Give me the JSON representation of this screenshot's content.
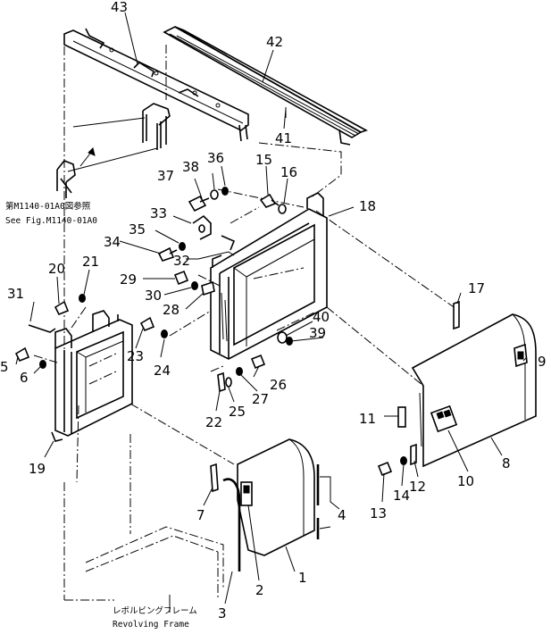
{
  "references": {
    "upper_jp": "第M1140-01A0図参照",
    "upper_en": "See Fig.M1140-01A0",
    "lower_jp": "レボルビングフレーム",
    "lower_en": "Revolving Frame"
  },
  "callouts": {
    "n1": "1",
    "n2": "2",
    "n3": "3",
    "n4": "4",
    "n5": "5",
    "n6": "6",
    "n7": "7",
    "n8": "8",
    "n9": "9",
    "n10": "10",
    "n11": "11",
    "n12": "12",
    "n13": "13",
    "n14": "14",
    "n15": "15",
    "n16": "16",
    "n17": "17",
    "n18": "18",
    "n19": "19",
    "n20": "20",
    "n21": "21",
    "n22": "22",
    "n23": "23",
    "n24": "24",
    "n25": "25",
    "n26": "26",
    "n27": "27",
    "n28": "28",
    "n29": "29",
    "n30": "30",
    "n31": "31",
    "n32": "32",
    "n33": "33",
    "n34": "34",
    "n35": "35",
    "n36": "36",
    "n37": "37",
    "n38": "38",
    "n39": "39",
    "n40": "40",
    "n41": "41",
    "n42": "42",
    "n43": "43"
  }
}
